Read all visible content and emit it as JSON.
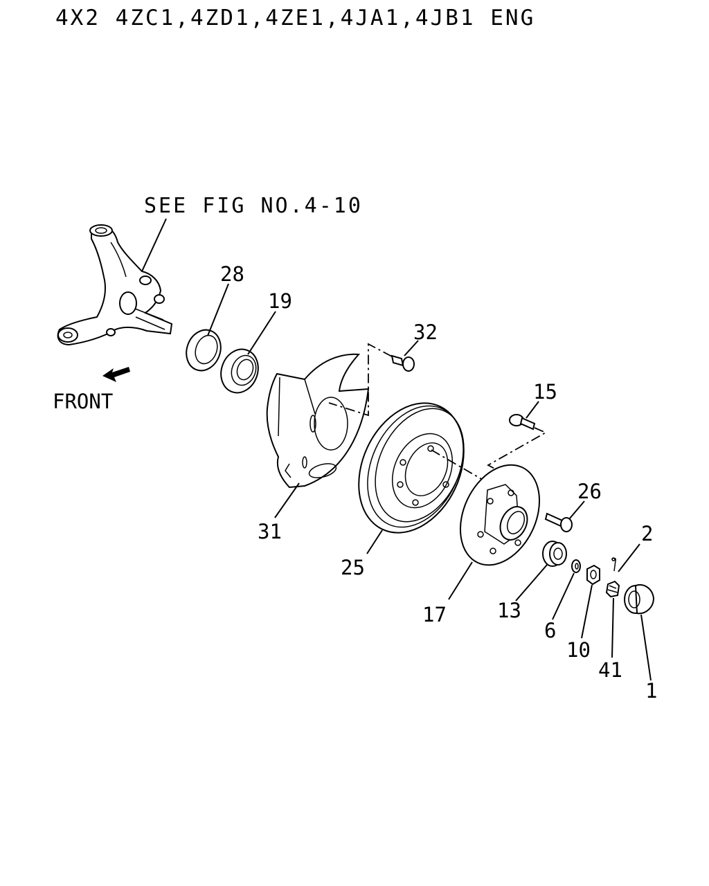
{
  "header": {
    "title": "4X2 4ZC1,4ZD1,4ZE1,4JA1,4JB1 ENG"
  },
  "reference": {
    "see_fig": "SEE FIG NO.4-10"
  },
  "orientation": {
    "front_label": "FRONT",
    "arrow_icon": "front-arrow-icon"
  },
  "callouts": [
    {
      "id": "28",
      "label": "28"
    },
    {
      "id": "19",
      "label": "19"
    },
    {
      "id": "32",
      "label": "32"
    },
    {
      "id": "15",
      "label": "15"
    },
    {
      "id": "26",
      "label": "26"
    },
    {
      "id": "2",
      "label": "2"
    },
    {
      "id": "31",
      "label": "31"
    },
    {
      "id": "25",
      "label": "25"
    },
    {
      "id": "17",
      "label": "17"
    },
    {
      "id": "13",
      "label": "13"
    },
    {
      "id": "6",
      "label": "6"
    },
    {
      "id": "10",
      "label": "10"
    },
    {
      "id": "41",
      "label": "41"
    },
    {
      "id": "1",
      "label": "1"
    }
  ]
}
